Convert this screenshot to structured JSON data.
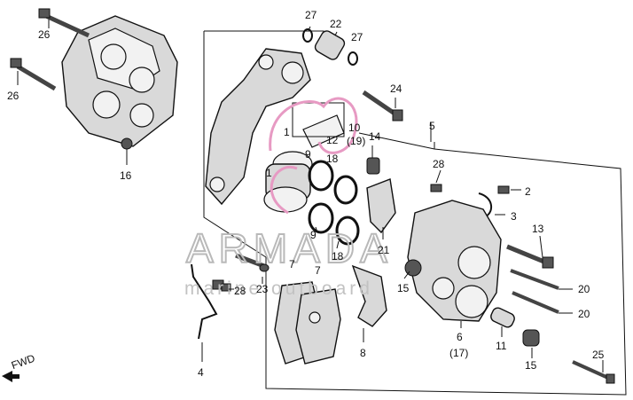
{
  "watermark": {
    "brand": "ARMADA",
    "tagline": "marine outboard"
  },
  "direction": "FWD",
  "callouts": [
    {
      "id": "26a",
      "text": "26"
    },
    {
      "id": "26b",
      "text": "26"
    },
    {
      "id": "16",
      "text": "16"
    },
    {
      "id": "27a",
      "text": "27"
    },
    {
      "id": "22",
      "text": "22"
    },
    {
      "id": "27b",
      "text": "27"
    },
    {
      "id": "24",
      "text": "24"
    },
    {
      "id": "5",
      "text": "5"
    },
    {
      "id": "1a",
      "text": "1"
    },
    {
      "id": "12",
      "text": "12"
    },
    {
      "id": "10",
      "text": "10"
    },
    {
      "id": "19",
      "text": "(19)"
    },
    {
      "id": "14",
      "text": "14"
    },
    {
      "id": "9a",
      "text": "9"
    },
    {
      "id": "18a",
      "text": "18"
    },
    {
      "id": "1b",
      "text": "1"
    },
    {
      "id": "28a",
      "text": "28"
    },
    {
      "id": "2",
      "text": "2"
    },
    {
      "id": "3",
      "text": "3"
    },
    {
      "id": "13",
      "text": "13"
    },
    {
      "id": "9b",
      "text": "9"
    },
    {
      "id": "18b",
      "text": "18"
    },
    {
      "id": "21",
      "text": "21"
    },
    {
      "id": "7a",
      "text": "7"
    },
    {
      "id": "7b",
      "text": "7"
    },
    {
      "id": "23",
      "text": "23"
    },
    {
      "id": "28b",
      "text": "28"
    },
    {
      "id": "15a",
      "text": "15"
    },
    {
      "id": "20a",
      "text": "20"
    },
    {
      "id": "20b",
      "text": "20"
    },
    {
      "id": "6",
      "text": "6"
    },
    {
      "id": "17",
      "text": "(17)"
    },
    {
      "id": "11",
      "text": "11"
    },
    {
      "id": "15b",
      "text": "15"
    },
    {
      "id": "8",
      "text": "8"
    },
    {
      "id": "4",
      "text": "4"
    },
    {
      "id": "25",
      "text": "25"
    }
  ]
}
